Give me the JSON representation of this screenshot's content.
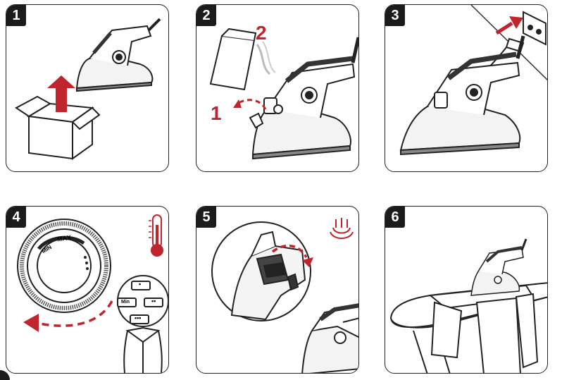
{
  "steps": [
    {
      "number": "1"
    },
    {
      "number": "2",
      "labels": {
        "first": "1",
        "second": "2"
      }
    },
    {
      "number": "3"
    },
    {
      "number": "4",
      "dial": {
        "max": "MAX",
        "min": "MIN"
      },
      "guide": {
        "min": "Min",
        "plus1": "•",
        "plus2": "••",
        "plus3": "•••"
      }
    },
    {
      "number": "5"
    },
    {
      "number": "6"
    }
  ],
  "colors": {
    "accent": "#c0242c",
    "line": "#222222",
    "panel_bg": "#ffffff"
  },
  "icons": {
    "thermometer": "thermometer-icon",
    "steam": "steam-icon",
    "arrow": "red-arrow-icon"
  }
}
